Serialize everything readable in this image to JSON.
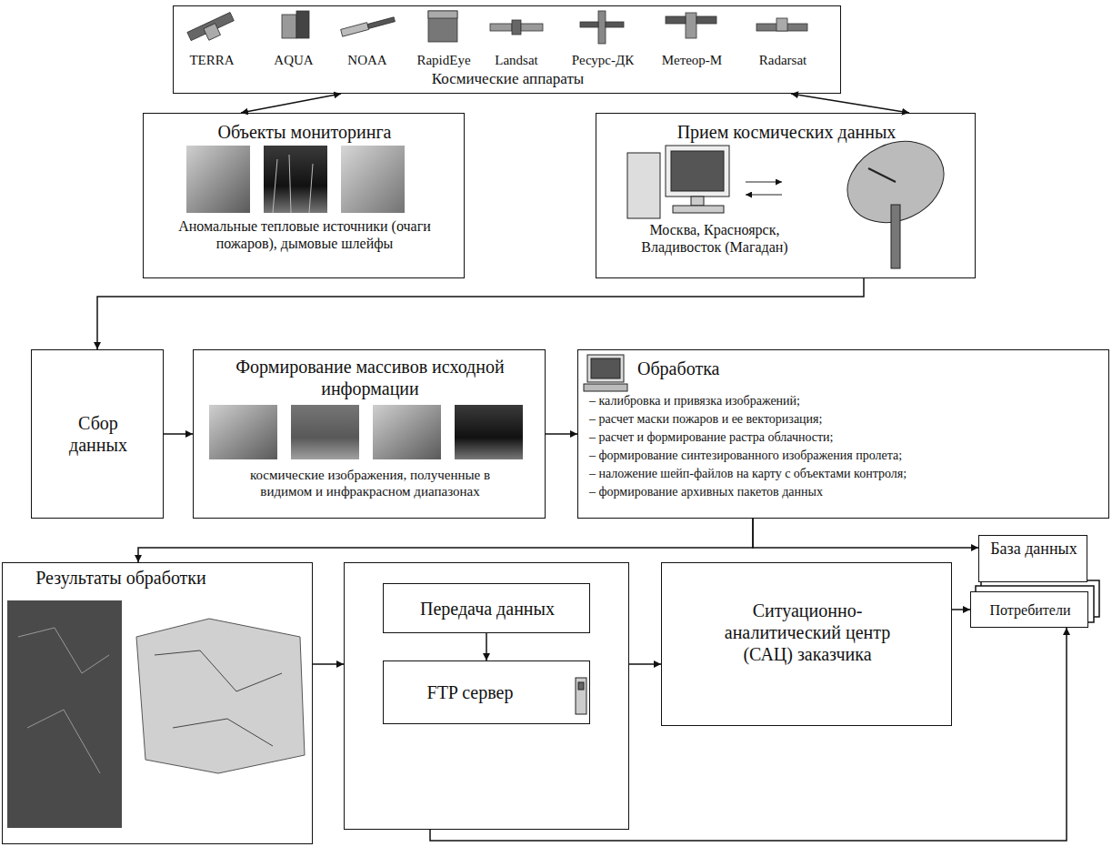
{
  "diagram": {
    "nodes": [
      {
        "text": [
          "TERRA",
          "AQUA",
          "NOAA",
          "RapidEye",
          "Landsat",
          "Ресурс-ДК",
          "Метеор-М",
          "Radarsat",
          "Космические аппараты"
        ]
      },
      {
        "text": [
          "Объекты мониторинга",
          "Аномальные тепловые источники (очаги пожаров), дымовые шлейфы"
        ]
      },
      {
        "text": [
          "Прием космических данных",
          "Москва, Красноярск, Владивосток (Магадан)"
        ]
      },
      {
        "text": [
          "Сбор данных"
        ]
      },
      {
        "text": [
          "Формирование массивов исходной информации",
          "космические изображения, полученные в видимом и инфракрасном диапазонах"
        ]
      },
      {
        "text": [
          "Обработка",
          "– калибровка и привязка изображений;",
          "– расчет маски пожаров и ее векторизация;",
          "– расчет и формирование растра облачности;",
          "– формирование синтезированного изображения пролета;",
          "– наложение шейп-файлов на карту с объектами контроля;",
          "– формирование архивных пакетов данных"
        ]
      },
      {
        "text": [
          "База данных"
        ]
      },
      {
        "text": [
          "Результаты обработки"
        ]
      },
      {
        "text": []
      },
      {
        "text": [
          "Передача данных"
        ],
        "in": 8
      },
      {
        "text": [
          "FTP сервер"
        ],
        "in": 8
      },
      {
        "text": [
          "Ситуационно-аналитический центр (САЦ) заказчика"
        ]
      },
      {
        "text": [
          "Потребители"
        ]
      }
    ],
    "edges": [
      {
        "from": 0,
        "to": 1,
        "arrow": "both"
      },
      {
        "from": 0,
        "to": 2,
        "arrow": "both"
      },
      {
        "from": 2,
        "to": 3,
        "arrow": "to"
      },
      {
        "from": 3,
        "to": 4,
        "arrow": "to"
      },
      {
        "from": 4,
        "to": 5,
        "arrow": "to"
      },
      {
        "from": 5,
        "to": 6,
        "arrow": "to"
      },
      {
        "from": 5,
        "to": 7,
        "arrow": "to"
      },
      {
        "from": 7,
        "to": 8,
        "arrow": "to"
      },
      {
        "from": 9,
        "to": 10,
        "arrow": "to"
      },
      {
        "from": 8,
        "to": 11,
        "arrow": "to"
      },
      {
        "from": 11,
        "to": 12,
        "arrow": "to"
      },
      {
        "from": 8,
        "to": 12,
        "arrow": "to"
      }
    ]
  }
}
